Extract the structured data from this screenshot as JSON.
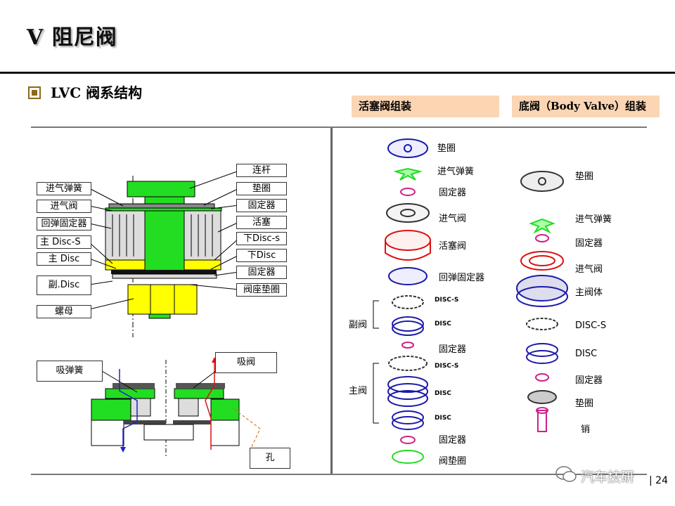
{
  "title": "V  阻尼阀",
  "subtitle": "LVC 阀系结构",
  "headers": {
    "piston": "活塞阀组装",
    "base": "底阀（Body Valve）组装"
  },
  "left_callouts": [
    "进气弹簧",
    "进气阀",
    "回弹固定器",
    "主 Disc-S",
    "主 Disc",
    "副.Disc",
    "螺母"
  ],
  "right_callouts": [
    "连杆",
    "垫圈",
    "固定器",
    "活塞",
    "下Disc-s",
    "下Disc",
    "固定器",
    "阀座垫圈"
  ],
  "bottom_callouts": {
    "spring": "吸弹簧",
    "valve": "吸阀",
    "hole": "孔"
  },
  "piston_parts": [
    "垫圈",
    "进气弹簧",
    "固定器",
    "进气阀",
    "活塞阀",
    "回弹固定器",
    "DISC-S",
    "DISC",
    "固定器",
    "DISC-S",
    "DISC",
    "DISC",
    "固定器",
    "阀垫圈"
  ],
  "piston_groups": {
    "sub": "副阀",
    "main": "主阀"
  },
  "base_parts": [
    "垫圈",
    "进气弹簧",
    "固定器",
    "进气阀",
    "主阀体",
    "DISC-S",
    "DISC",
    "固定器",
    "垫圈",
    "销"
  ],
  "colors": {
    "green": "#22dd22",
    "yellow": "#ffff00",
    "accent": "#fcd5b4",
    "blue": "#1a1aaa",
    "red": "#dd1111",
    "magenta": "#cc2288"
  },
  "footer": {
    "page_number": "24",
    "watermark": "汽车技研"
  }
}
